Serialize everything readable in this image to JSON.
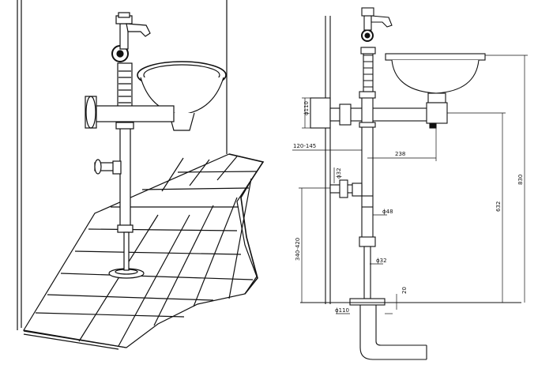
{
  "dimensions": {
    "wall_bracket": "ϕ110",
    "wall_offset": "120-145",
    "spout_reach": "238",
    "foot_valve": "ϕ32",
    "inlet_height": "340-420",
    "column_diameter": "ϕ48",
    "lower_pipe": "ϕ32",
    "bowl_height": "632",
    "total_height": "830",
    "base_thickness": "20",
    "base_diameter": "ϕ110"
  }
}
